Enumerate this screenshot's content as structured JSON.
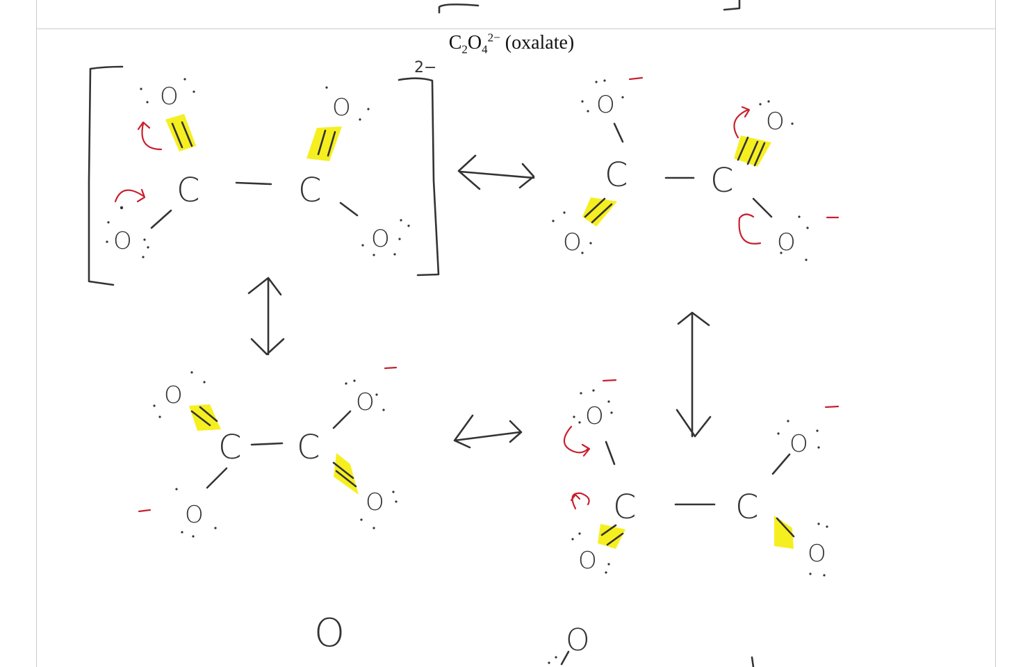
{
  "title": {
    "formula_c": "C",
    "formula_c_sub": "2",
    "formula_o": "O",
    "formula_o_sub": "4",
    "formula_charge": "2−",
    "name": " (oxalate)"
  },
  "atoms": {
    "oxygen": "O",
    "carbon": "C"
  },
  "charges": {
    "overall": "2−"
  },
  "colors": {
    "ink": "#333333",
    "arrow_red": "#c8202e",
    "highlight": "#f5ee14",
    "divider": "#c9c9c9"
  }
}
